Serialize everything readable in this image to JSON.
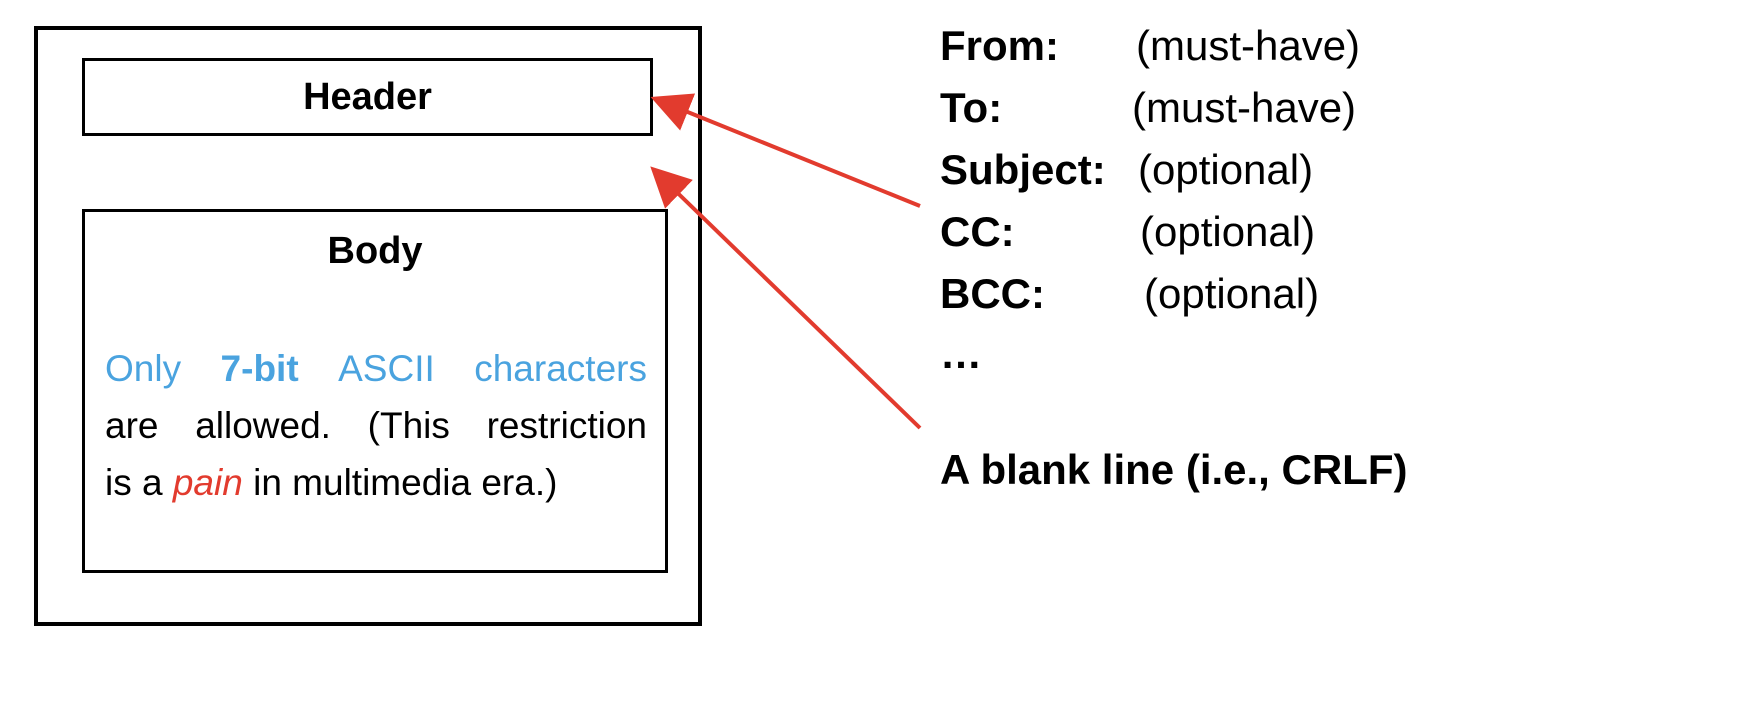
{
  "diagram": {
    "header_label": "Header",
    "body_label": "Body",
    "body_text": {
      "line1": [
        "Only",
        "7-bit",
        "ASCII",
        "characters"
      ],
      "line2": "are allowed. (This restriction",
      "line3_prefix": "is a ",
      "line3_emphasis": "pain",
      "line3_suffix": " in multimedia era.)"
    },
    "fields": [
      {
        "key": "From:",
        "value": "(must-have)"
      },
      {
        "key": "To:",
        "value": "(must-have)"
      },
      {
        "key": "Subject:",
        "value": "(optional)"
      },
      {
        "key": "CC:",
        "value": "(optional)"
      },
      {
        "key": "BCC:",
        "value": "(optional)"
      }
    ],
    "ellipsis": "…",
    "blank_line_label": "A blank line (i.e., CRLF)",
    "colors": {
      "arrow": "#e23b2e",
      "ascii_highlight": "#4aa3df",
      "emphasis": "#e23b2e",
      "border": "#000000"
    }
  }
}
